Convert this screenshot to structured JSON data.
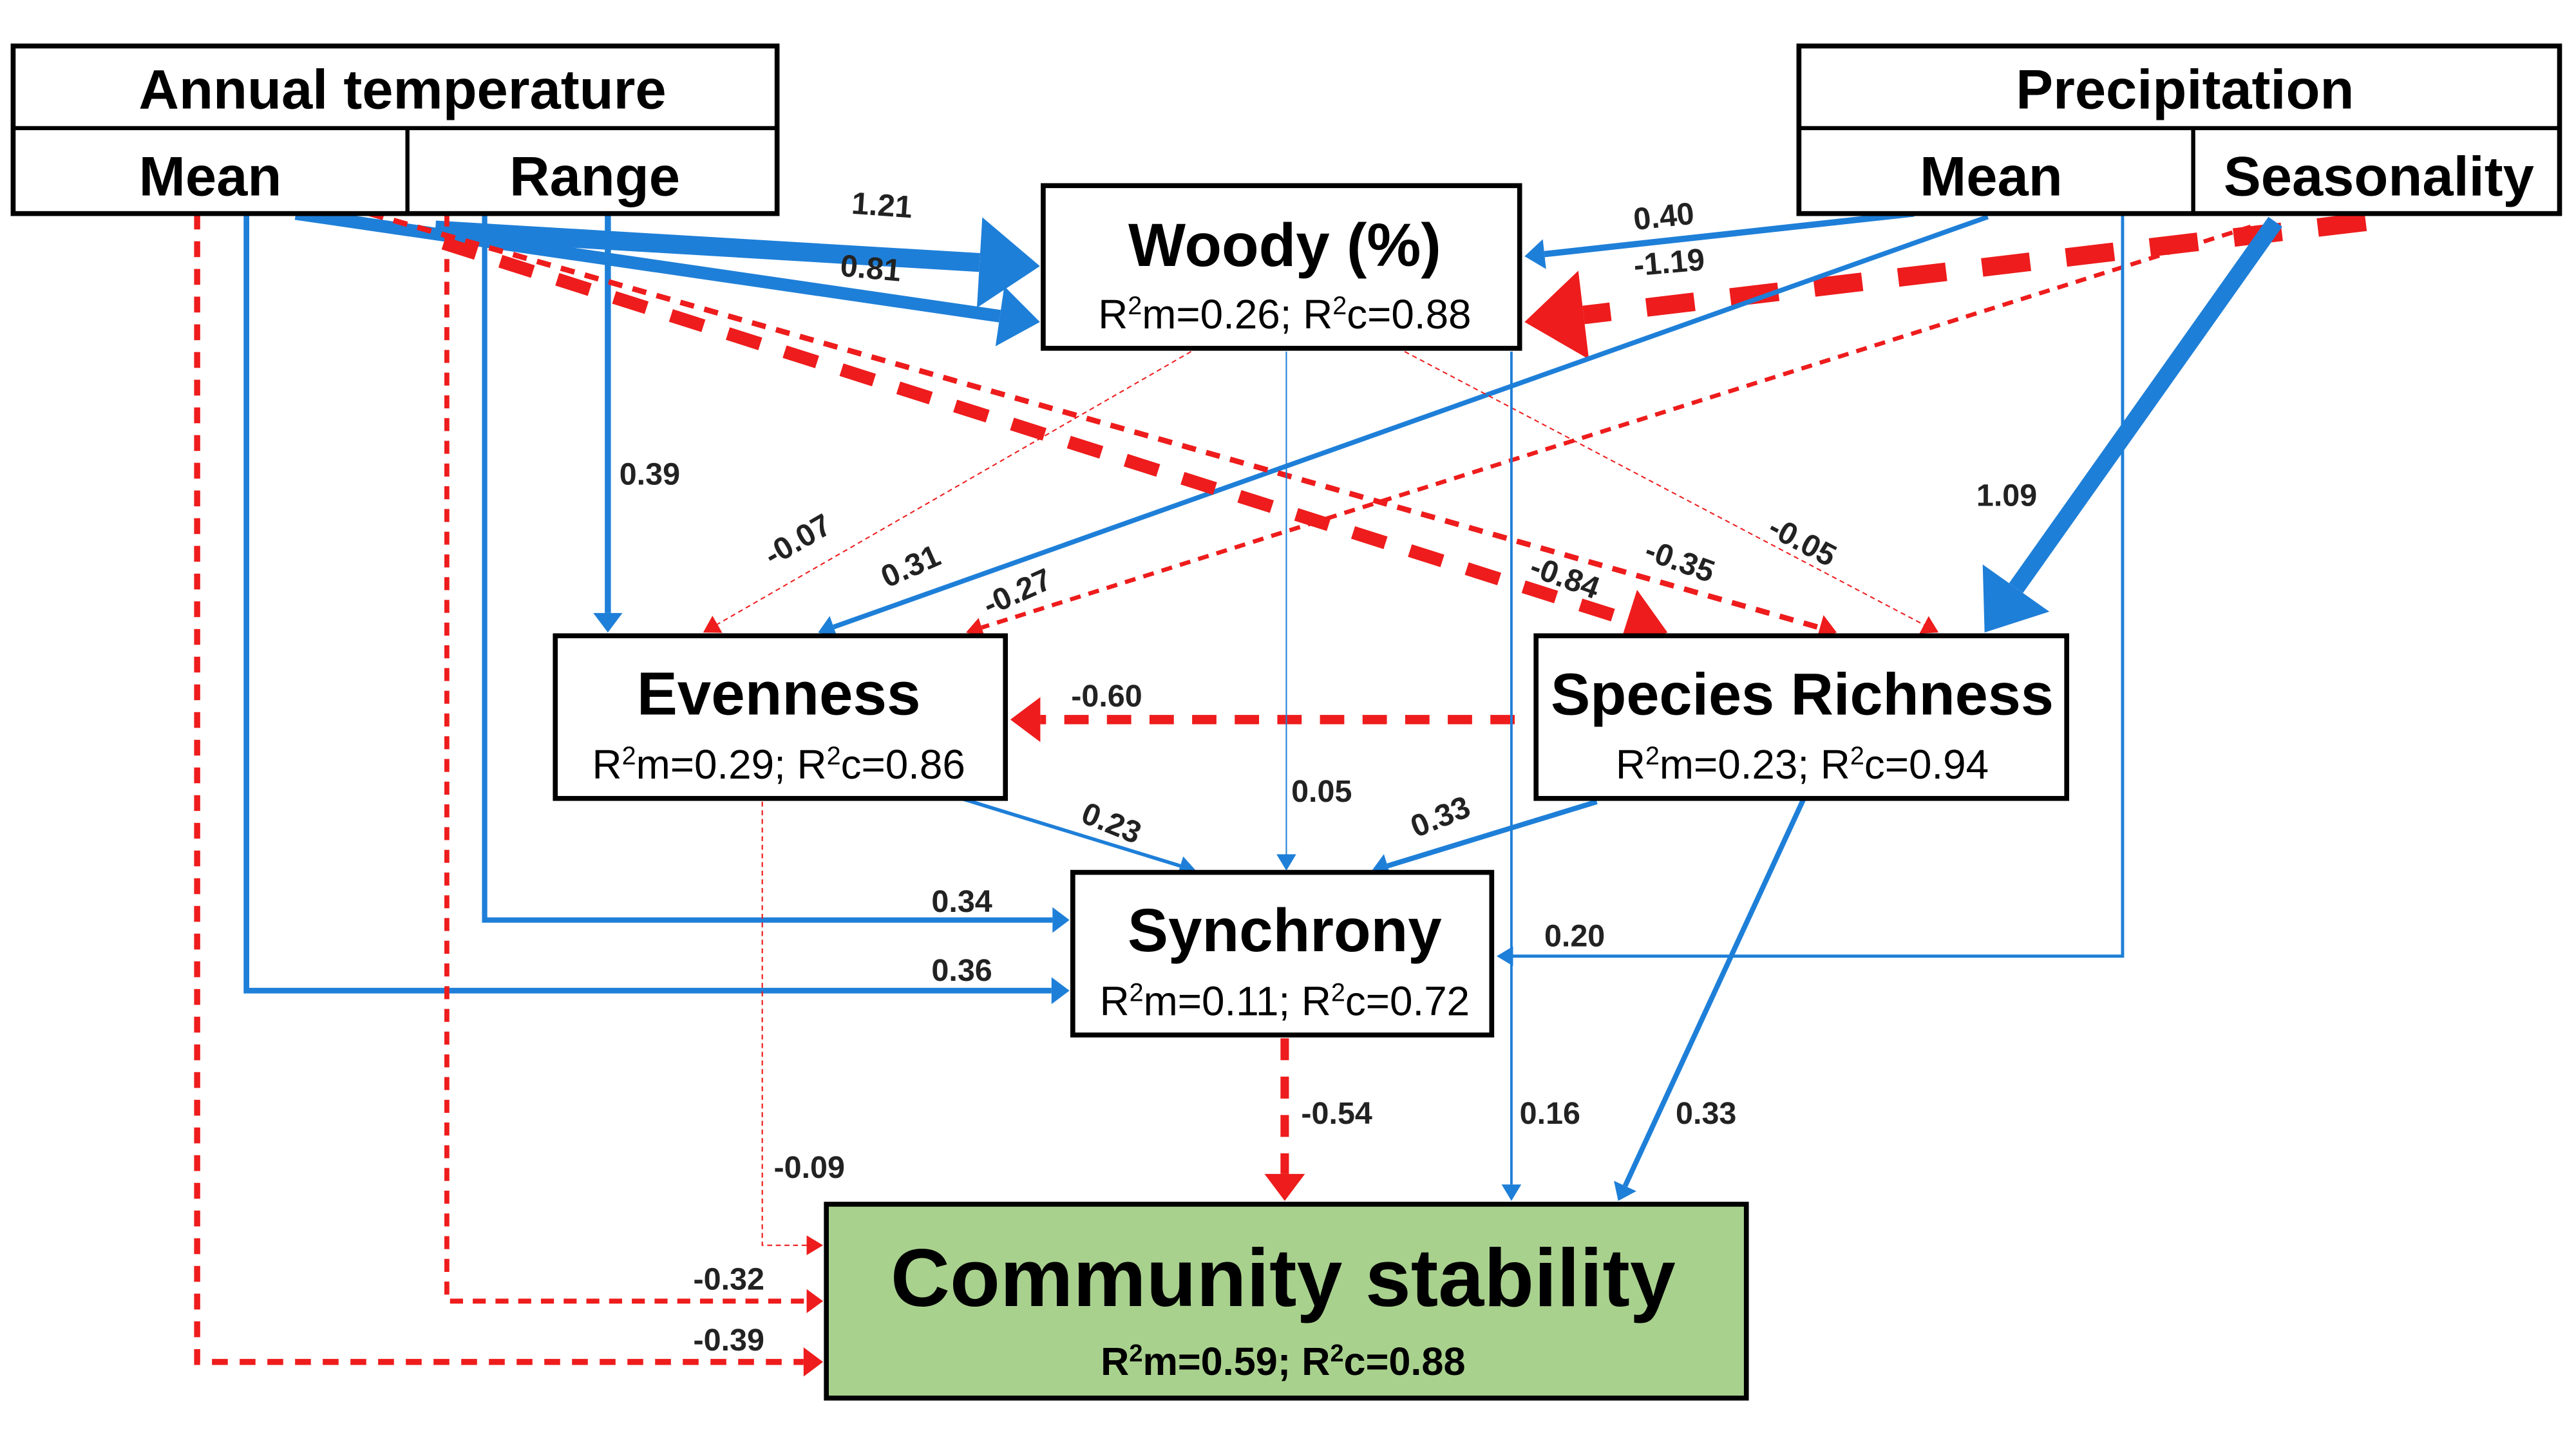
{
  "colors": {
    "positive": "#1e7fd8",
    "negative": "#ee1c1c",
    "outcome_fill": "#a9d18e",
    "box_stroke": "#000000"
  },
  "legend_semantics": {
    "solid_blue": "positive path",
    "dashed_red": "negative path",
    "line_width": "proportional to coefficient magnitude"
  },
  "nodes": {
    "annual_temperature": {
      "title": "Annual temperature",
      "sub": [
        "Mean",
        "Range"
      ]
    },
    "precipitation": {
      "title": "Precipitation",
      "sub": [
        "Mean",
        "Seasonality"
      ]
    },
    "woody": {
      "title": "Woody (%)",
      "r2m": "0.26",
      "r2c": "0.88"
    },
    "evenness": {
      "title": "Evenness",
      "r2m": "0.29",
      "r2c": "0.86"
    },
    "species_richness": {
      "title": "Species Richness",
      "r2m": "0.23",
      "r2c": "0.94"
    },
    "synchrony": {
      "title": "Synchrony",
      "r2m": "0.11",
      "r2c": "0.72"
    },
    "community_stability": {
      "title": "Community stability",
      "r2m": "0.59",
      "r2c": "0.88"
    },
    "r2_labels": {
      "r": "R",
      "two": "2",
      "m_eq": "m=",
      "c_eq": "c=",
      "sep": "; "
    }
  },
  "paths": [
    {
      "id": "tmean-woody",
      "from": "Annual temperature Mean",
      "to": "Woody (%)",
      "coef": 0.81,
      "label": "0.81"
    },
    {
      "id": "trange-woody",
      "from": "Annual temperature Range",
      "to": "Woody (%)",
      "coef": 1.21,
      "label": "1.21"
    },
    {
      "id": "pmean-woody",
      "from": "Precipitation Mean",
      "to": "Woody (%)",
      "coef": 0.4,
      "label": "0.40"
    },
    {
      "id": "pseas-woody",
      "from": "Precipitation Seasonality",
      "to": "Woody (%)",
      "coef": -1.19,
      "label": "-1.19"
    },
    {
      "id": "trange-even",
      "from": "Annual temperature Range",
      "to": "Evenness",
      "coef": 0.39,
      "label": "0.39"
    },
    {
      "id": "woody-even",
      "from": "Woody (%)",
      "to": "Evenness",
      "coef": -0.07,
      "label": "-0.07"
    },
    {
      "id": "pmean-even",
      "from": "Precipitation Mean",
      "to": "Evenness",
      "coef": 0.31,
      "label": "0.31"
    },
    {
      "id": "pseas-even",
      "from": "Precipitation Seasonality",
      "to": "Evenness",
      "coef": -0.27,
      "label": "-0.27"
    },
    {
      "id": "tmean-rich",
      "from": "Annual temperature Mean",
      "to": "Species Richness",
      "coef": -0.84,
      "label": "-0.84"
    },
    {
      "id": "trange-rich",
      "from": "Annual temperature Range",
      "to": "Species Richness",
      "coef": -0.35,
      "label": "-0.35"
    },
    {
      "id": "woody-rich",
      "from": "Woody (%)",
      "to": "Species Richness",
      "coef": -0.05,
      "label": "-0.05"
    },
    {
      "id": "pseas-rich",
      "from": "Precipitation Seasonality",
      "to": "Species Richness",
      "coef": 1.09,
      "label": "1.09"
    },
    {
      "id": "rich-even",
      "from": "Species Richness",
      "to": "Evenness",
      "coef": -0.6,
      "label": "-0.60"
    },
    {
      "id": "even-sync",
      "from": "Evenness",
      "to": "Synchrony",
      "coef": 0.23,
      "label": "0.23"
    },
    {
      "id": "woody-sync",
      "from": "Woody (%)",
      "to": "Synchrony",
      "coef": 0.05,
      "label": "0.05"
    },
    {
      "id": "rich-sync",
      "from": "Species Richness",
      "to": "Synchrony",
      "coef": 0.33,
      "label": "0.33"
    },
    {
      "id": "trange-sync",
      "from": "Annual temperature Range",
      "to": "Synchrony",
      "coef": 0.34,
      "label": "0.34"
    },
    {
      "id": "tmean-sync",
      "from": "Annual temperature Mean",
      "to": "Synchrony",
      "coef": 0.36,
      "label": "0.36"
    },
    {
      "id": "pseas-sync",
      "from": "Precipitation Seasonality",
      "to": "Synchrony",
      "coef": 0.2,
      "label": "0.20"
    },
    {
      "id": "sync-stab",
      "from": "Synchrony",
      "to": "Community stability",
      "coef": -0.54,
      "label": "-0.54"
    },
    {
      "id": "woody-stab",
      "from": "Woody (%)",
      "to": "Community stability",
      "coef": 0.16,
      "label": "0.16"
    },
    {
      "id": "rich-stab",
      "from": "Species Richness",
      "to": "Community stability",
      "coef": 0.33,
      "label": "0.33"
    },
    {
      "id": "even-stab",
      "from": "Evenness",
      "to": "Community stability",
      "coef": -0.09,
      "label": "-0.09"
    },
    {
      "id": "trange-stab",
      "from": "Annual temperature Range",
      "to": "Community stability",
      "coef": -0.32,
      "label": "-0.32"
    },
    {
      "id": "tmean-stab",
      "from": "Annual temperature Mean",
      "to": "Community stability",
      "coef": -0.39,
      "label": "-0.39"
    }
  ]
}
